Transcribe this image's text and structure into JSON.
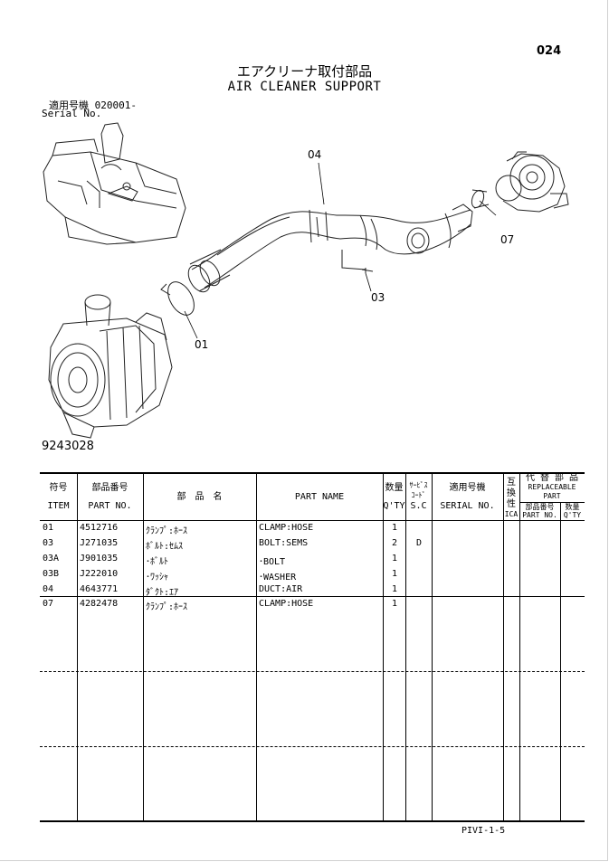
{
  "page_number": "024",
  "title_jp": "エアクリーナ取付部品",
  "title_en": "AIR CLEANER SUPPORT",
  "serial": {
    "label_jp": "適用号機  020001-",
    "label_en": "Serial No."
  },
  "figure_number": "9243028",
  "callouts": {
    "c04": "04",
    "c07": "07",
    "c03": "03",
    "c01": "01"
  },
  "table": {
    "headers": {
      "item_jp": "符号",
      "item_en": "ITEM",
      "part_no_jp": "部品番号",
      "part_no_en": "PART NO.",
      "part_name_jp": "部　品　名",
      "part_name_en": "PART NAME",
      "qty_jp": "数量",
      "qty_en": "Q'TY",
      "sc_jp1": "ｻｰﾋﾞｽ",
      "sc_jp2": "ｺｰﾄﾞ",
      "sc_en": "S.C",
      "serial_jp": "適用号機",
      "serial_en": "SERIAL NO.",
      "ica_jp1": "互",
      "ica_jp2": "換",
      "ica_jp3": "性",
      "ica_en": "ICA",
      "repl_jp": "代 替 部 品",
      "repl_en1": "REPLACEABLE",
      "repl_en2": "PART",
      "repl_partno_jp": "部品番号",
      "repl_partno_en": "PART NO.",
      "repl_qty_jp": "数量",
      "repl_qty_en": "Q'TY"
    },
    "rows": [
      {
        "item": "01",
        "part_no": "4512716",
        "name_jp": "ｸﾗﾝﾌﾟ:ﾎｰｽ",
        "name_en": "CLAMP:HOSE",
        "qty": "1",
        "sc": ""
      },
      {
        "item": "03",
        "part_no": "J271035",
        "name_jp": "ﾎﾞﾙﾄ:ｾﾑｽ",
        "name_en": "BOLT:SEMS",
        "qty": "2",
        "sc": "D"
      },
      {
        "item": "03A",
        "part_no": "J901035",
        "name_jp": "･ﾎﾞﾙﾄ",
        "name_en": "･BOLT",
        "qty": "1",
        "sc": ""
      },
      {
        "item": "03B",
        "part_no": "J222010",
        "name_jp": "･ﾜｯｼｬ",
        "name_en": "･WASHER",
        "qty": "1",
        "sc": ""
      },
      {
        "item": "04",
        "part_no": "4643771",
        "name_jp": "ﾀﾞｸﾄ:ｴｱ",
        "name_en": "DUCT:AIR",
        "qty": "1",
        "sc": ""
      },
      {
        "item": "07",
        "part_no": "4282478",
        "name_jp": "ｸﾗﾝﾌﾟ:ﾎｰｽ",
        "name_en": "CLAMP:HOSE",
        "qty": "1",
        "sc": ""
      }
    ]
  },
  "footer_code": "PIVI-1-5"
}
